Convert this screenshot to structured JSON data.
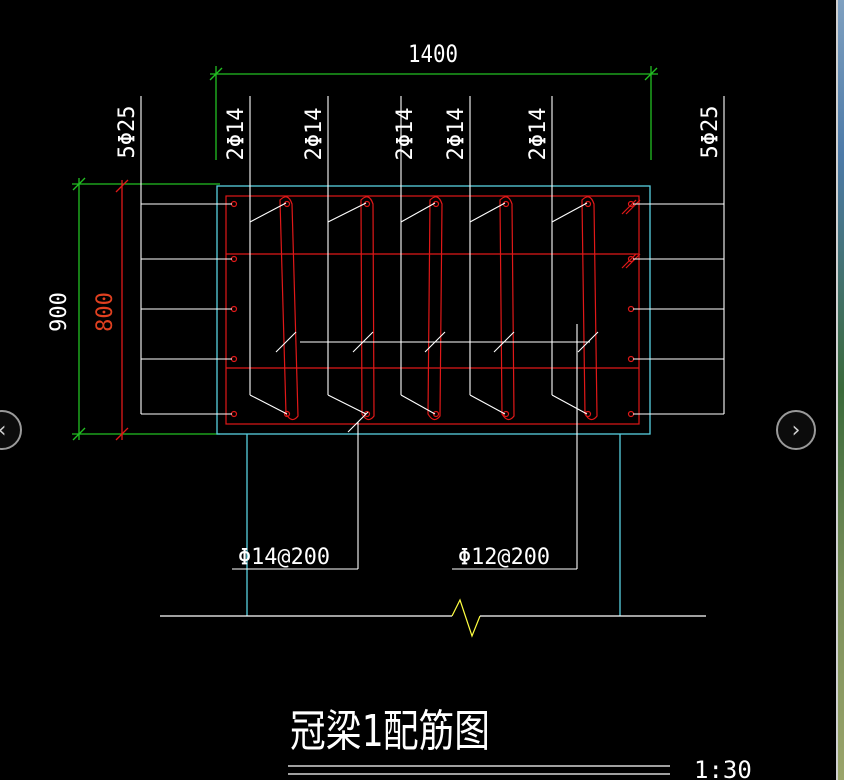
{
  "drawing": {
    "title": "冠梁1配筋图",
    "scale": "1:30",
    "dim_width": "1400",
    "dim_height_outer": "900",
    "dim_height_inner": "800",
    "bar_labels": {
      "left_side": "5Φ25",
      "right_side": "5Φ25",
      "top_group_1": "2Φ14",
      "top_group_2": "2Φ14",
      "top_group_3": "2Φ14",
      "top_group_4": "2Φ14",
      "top_group_5": "2Φ14"
    },
    "stirrup_labels": {
      "stirrup_14": "Φ14@200",
      "stirrup_12": "Φ12@200"
    }
  },
  "colors": {
    "background": "#000000",
    "outline": "#58d0e0",
    "rebar": "#e01818",
    "leader": "#ffffff",
    "dimension": "#22c022",
    "dim_text_inner": "#e04020",
    "ground": "#ffff40"
  },
  "nav": {
    "prev_icon": "‹",
    "next_icon": "›"
  }
}
